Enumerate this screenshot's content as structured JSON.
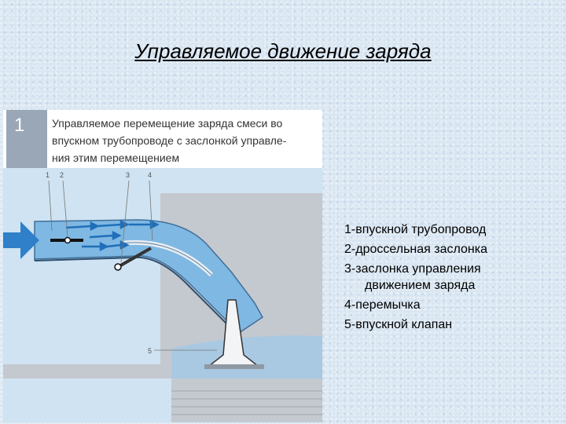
{
  "slide": {
    "title": "Управляемое движение заряда"
  },
  "figure": {
    "number": "1",
    "caption_lines": [
      "Управляемое перемещение заряда смеси во",
      "впускном трубопроводе с заслонкой управле-",
      "ния этим перемещением"
    ],
    "callouts": [
      "1",
      "2",
      "3",
      "4",
      "5"
    ]
  },
  "legend": {
    "items": [
      {
        "text": "1-впускной трубопровод"
      },
      {
        "text": "2-дроссельная заслонка"
      },
      {
        "text": "3-заслонка управления",
        "continuation": "движением заряда"
      },
      {
        "text": "4-перемычка"
      },
      {
        "text": "5-впускной клапан"
      }
    ]
  }
}
